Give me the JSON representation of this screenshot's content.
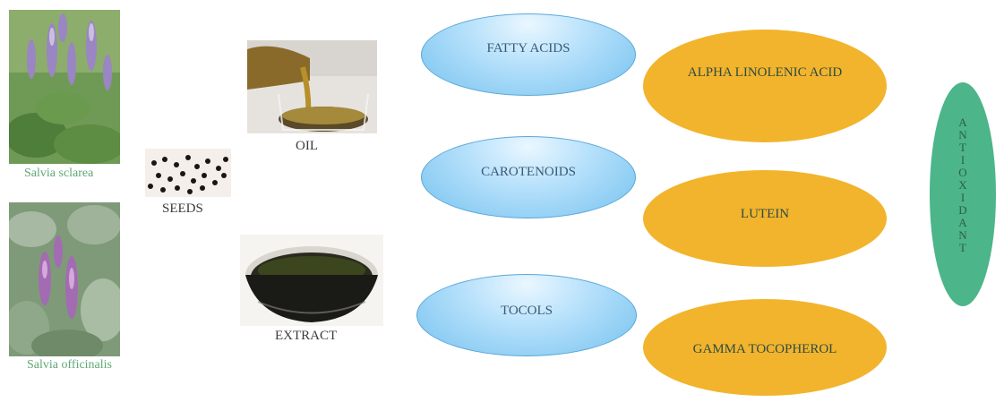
{
  "plants": [
    {
      "name": "Salvia sclarea"
    },
    {
      "name": "Salvia officinalis"
    }
  ],
  "products": {
    "seeds": "SEEDS",
    "oil": "OIL",
    "extract": "EXTRACT"
  },
  "classes": [
    "FATTY ACIDS",
    "CAROTENOIDS",
    "TOCOLS"
  ],
  "compounds": [
    "ALPHA LINOLENIC ACID",
    "LUTEIN",
    "GAMMA TOCOPHEROL"
  ],
  "activity": "ANTIOXIDANT",
  "colors": {
    "blue_ellipse": "#8fcdf3",
    "gold_ellipse": "#f2b42c",
    "green_ellipse": "#4cb58a",
    "caption_green": "#5fa874"
  }
}
